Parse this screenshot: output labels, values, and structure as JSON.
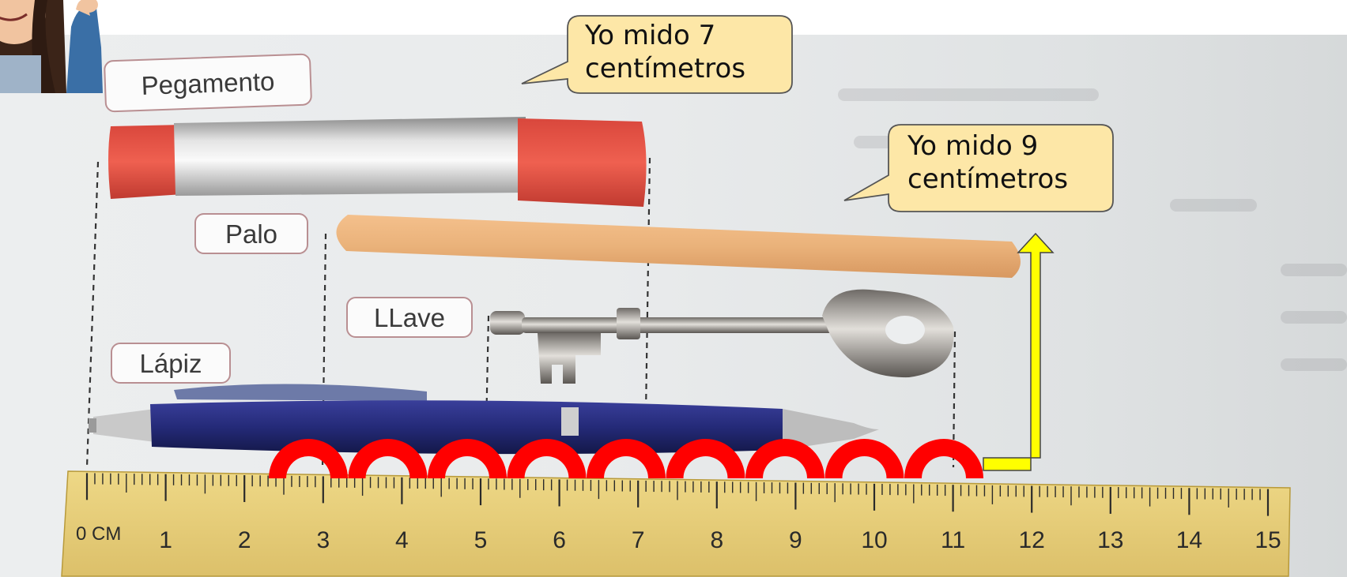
{
  "labels": {
    "glue": "Pegamento",
    "stick": "Palo",
    "key": "LLave",
    "pencil": "Lápiz"
  },
  "bubbles": {
    "glue_line1": "Yo mido 7",
    "glue_line2": "centímetros",
    "stick_line1": "Yo mido 9",
    "stick_line2": "centímetros"
  },
  "ruler": {
    "unit_label": "0 CM",
    "numbers": [
      "1",
      "2",
      "3",
      "4",
      "5",
      "6",
      "7",
      "8",
      "9",
      "10",
      "11",
      "12",
      "13",
      "14",
      "15"
    ],
    "color": "#e8cf79"
  },
  "arch_count": 9,
  "colors": {
    "arch": "#ff0000",
    "arrow": "#ffff00",
    "bubble": "#fde7a7"
  }
}
